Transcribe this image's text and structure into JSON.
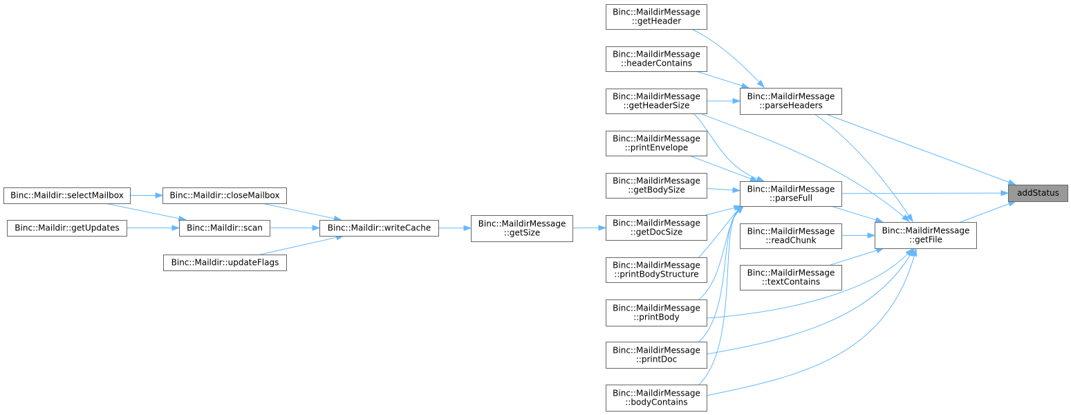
{
  "colors": {
    "node_fill": "#ffffff",
    "node_border": "#666666",
    "focus_fill": "#999999",
    "edge": "#63b8ff",
    "text": "#000000"
  },
  "nodes": [
    {
      "id": "addStatus",
      "lines": [
        "addStatus"
      ],
      "focus": true
    },
    {
      "id": "parseHeaders",
      "lines": [
        "Binc::MaildirMessage",
        "::parseHeaders"
      ]
    },
    {
      "id": "parseFull",
      "lines": [
        "Binc::MaildirMessage",
        "::parseFull"
      ]
    },
    {
      "id": "getFile",
      "lines": [
        "Binc::MaildirMessage",
        "::getFile"
      ]
    },
    {
      "id": "getHeader",
      "lines": [
        "Binc::MaildirMessage",
        "::getHeader"
      ]
    },
    {
      "id": "headerContains",
      "lines": [
        "Binc::MaildirMessage",
        "::headerContains"
      ]
    },
    {
      "id": "getHeaderSize",
      "lines": [
        "Binc::MaildirMessage",
        "::getHeaderSize"
      ]
    },
    {
      "id": "printEnvelope",
      "lines": [
        "Binc::MaildirMessage",
        "::printEnvelope"
      ]
    },
    {
      "id": "getBodySize",
      "lines": [
        "Binc::MaildirMessage",
        "::getBodySize"
      ]
    },
    {
      "id": "getDocSize",
      "lines": [
        "Binc::MaildirMessage",
        "::getDocSize"
      ]
    },
    {
      "id": "printBodyStructure",
      "lines": [
        "Binc::MaildirMessage",
        "::printBodyStructure"
      ]
    },
    {
      "id": "printBody",
      "lines": [
        "Binc::MaildirMessage",
        "::printBody"
      ]
    },
    {
      "id": "printDoc",
      "lines": [
        "Binc::MaildirMessage",
        "::printDoc"
      ]
    },
    {
      "id": "bodyContains",
      "lines": [
        "Binc::MaildirMessage",
        "::bodyContains"
      ]
    },
    {
      "id": "readChunk",
      "lines": [
        "Binc::MaildirMessage",
        "::readChunk"
      ]
    },
    {
      "id": "textContains",
      "lines": [
        "Binc::MaildirMessage",
        "::textContains"
      ]
    },
    {
      "id": "getSize",
      "lines": [
        "Binc::MaildirMessage",
        "::getSize"
      ]
    },
    {
      "id": "writeCache",
      "lines": [
        "Binc::Maildir::writeCache"
      ]
    },
    {
      "id": "closeMailbox",
      "lines": [
        "Binc::Maildir::closeMailbox"
      ]
    },
    {
      "id": "scan",
      "lines": [
        "Binc::Maildir::scan"
      ]
    },
    {
      "id": "updateFlags",
      "lines": [
        "Binc::Maildir::updateFlags"
      ]
    },
    {
      "id": "selectMailbox",
      "lines": [
        "Binc::Maildir::selectMailbox"
      ]
    },
    {
      "id": "getUpdates",
      "lines": [
        "Binc::Maildir::getUpdates"
      ]
    }
  ],
  "edges": [
    {
      "from": "parseHeaders",
      "to": "addStatus"
    },
    {
      "from": "parseFull",
      "to": "addStatus"
    },
    {
      "from": "getFile",
      "to": "addStatus"
    },
    {
      "from": "getHeader",
      "to": "parseHeaders"
    },
    {
      "from": "headerContains",
      "to": "parseHeaders"
    },
    {
      "from": "getHeaderSize",
      "to": "parseHeaders"
    },
    {
      "from": "parseHeaders",
      "to": "getFile"
    },
    {
      "from": "getHeaderSize",
      "to": "parseFull"
    },
    {
      "from": "printEnvelope",
      "to": "parseFull"
    },
    {
      "from": "getBodySize",
      "to": "parseFull"
    },
    {
      "from": "getDocSize",
      "to": "parseFull"
    },
    {
      "from": "printBodyStructure",
      "to": "parseFull"
    },
    {
      "from": "printBody",
      "to": "parseFull"
    },
    {
      "from": "printDoc",
      "to": "parseFull"
    },
    {
      "from": "bodyContains",
      "to": "parseFull"
    },
    {
      "from": "parseFull",
      "to": "getFile"
    },
    {
      "from": "getHeaderSize",
      "to": "getFile"
    },
    {
      "from": "readChunk",
      "to": "getFile"
    },
    {
      "from": "textContains",
      "to": "getFile"
    },
    {
      "from": "printBody",
      "to": "getFile"
    },
    {
      "from": "printDoc",
      "to": "getFile"
    },
    {
      "from": "bodyContains",
      "to": "getFile"
    },
    {
      "from": "getSize",
      "to": "getDocSize"
    },
    {
      "from": "writeCache",
      "to": "getSize"
    },
    {
      "from": "closeMailbox",
      "to": "writeCache"
    },
    {
      "from": "scan",
      "to": "writeCache"
    },
    {
      "from": "updateFlags",
      "to": "writeCache"
    },
    {
      "from": "selectMailbox",
      "to": "closeMailbox"
    },
    {
      "from": "selectMailbox",
      "to": "scan"
    },
    {
      "from": "getUpdates",
      "to": "scan"
    }
  ]
}
